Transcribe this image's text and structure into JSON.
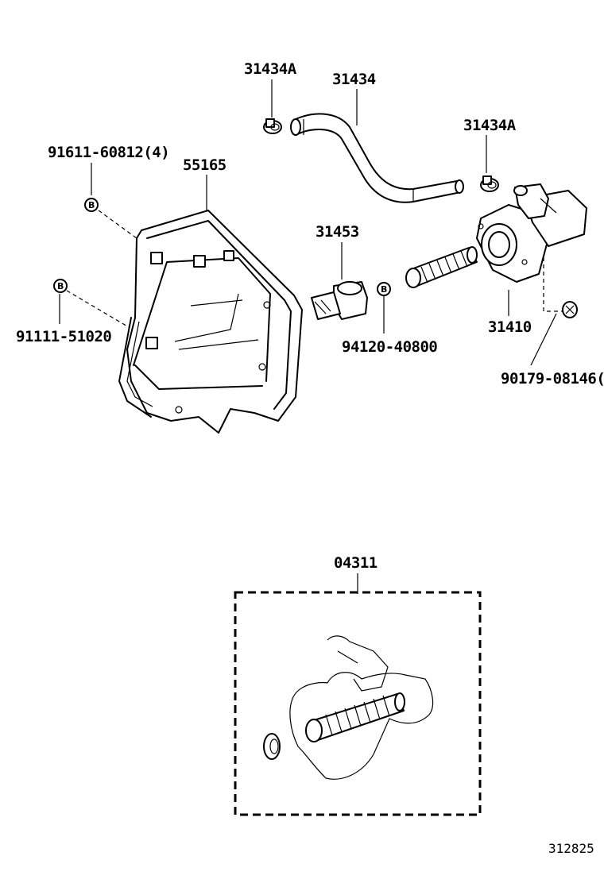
{
  "parts": {
    "clip_a_top": "31434A",
    "hose": "31434",
    "clip_a_right": "31434A",
    "bolt_top": "91611-60812(4)",
    "reservoir_bracket": "55165",
    "valve": "31453",
    "bolt_left": "91111-51020",
    "plug": "94120-40800",
    "master_cylinder": "31410",
    "washer": "90179-08146(",
    "repair_kit": "04311"
  },
  "bolt_marker": "B",
  "illustration_id": "312825"
}
